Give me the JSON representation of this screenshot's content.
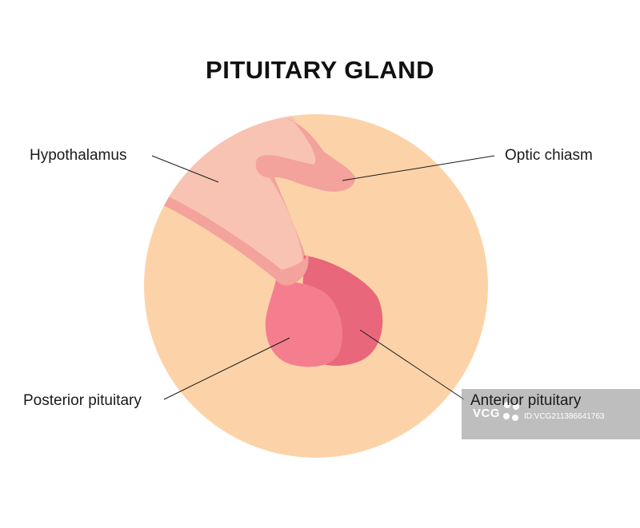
{
  "title": "PITUITARY GLAND",
  "labels": {
    "hypothalamus": "Hypothalamus",
    "optic_chiasm": "Optic chiasm",
    "posterior_pituitary": "Posterior pituitary",
    "anterior_pituitary": "Anterior pituitary"
  },
  "watermark": {
    "brand": "VCG",
    "id": "ID:VCG211386641763"
  },
  "colors": {
    "background_circle": "#fcd3a8",
    "hypothalamus": "#f8c3b3",
    "optic_chiasm": "#f3a29c",
    "posterior_pituitary": "#f57e8e",
    "anterior_pituitary": "#e9677a",
    "leader_line": "#1a1a1a"
  }
}
